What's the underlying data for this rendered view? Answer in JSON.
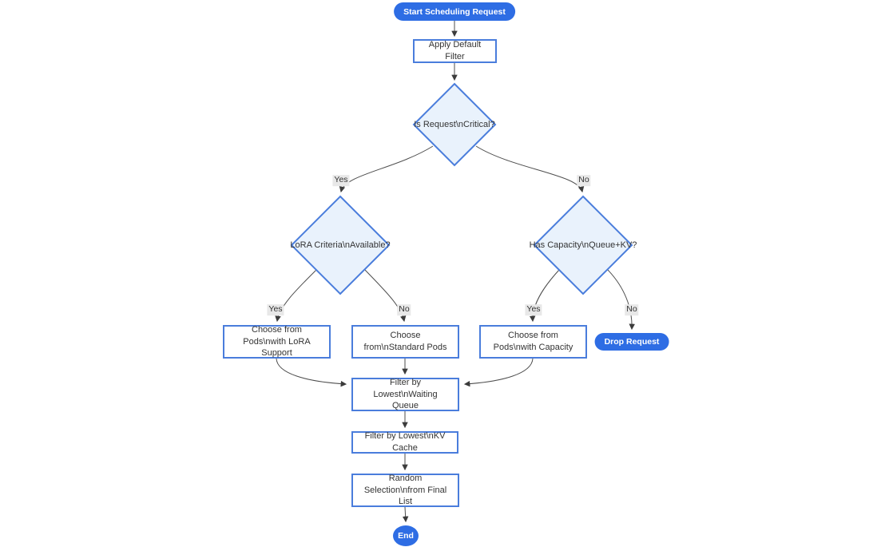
{
  "diagram": {
    "type": "flowchart",
    "accent_colors": {
      "terminal_fill": "#2e6de4",
      "terminal_text": "#ffffff",
      "node_border": "#4a7ddc",
      "decision_fill": "#e9f2fc",
      "edge_line": "#4d4d4d",
      "edge_label_bg": "#e8e8e8",
      "text": "#333333"
    },
    "nodes": {
      "start": {
        "label": "Start Scheduling Request",
        "shape": "pill"
      },
      "apply_default_filter": {
        "label": "Apply Default Filter",
        "shape": "rect"
      },
      "is_critical": {
        "label": "Is Request\\nCritical?",
        "shape": "decision"
      },
      "lora_criteria": {
        "label": "LoRA Criteria\\nAvailable?",
        "shape": "decision"
      },
      "has_capacity": {
        "label": "Has Capacity\\nQueue+KV?",
        "shape": "decision"
      },
      "choose_lora_pods": {
        "label": "Choose from Pods\\nwith LoRA Support",
        "shape": "rect"
      },
      "choose_standard_pods": {
        "label": "Choose from\\nStandard Pods",
        "shape": "rect"
      },
      "choose_capacity_pods": {
        "label": "Choose from Pods\\nwith Capacity",
        "shape": "rect"
      },
      "drop_request": {
        "label": "Drop Request",
        "shape": "pill"
      },
      "filter_waiting_queue": {
        "label": "Filter by Lowest\\nWaiting Queue",
        "shape": "rect"
      },
      "filter_kv_cache": {
        "label": "Filter by Lowest\\nKV Cache",
        "shape": "rect"
      },
      "random_selection": {
        "label": "Random Selection\\nfrom Final List",
        "shape": "rect"
      },
      "end": {
        "label": "End",
        "shape": "circle"
      }
    },
    "edge_labels": {
      "critical_yes": "Yes",
      "critical_no": "No",
      "lora_yes": "Yes",
      "lora_no": "No",
      "capacity_yes": "Yes",
      "capacity_no": "No"
    },
    "edges": [
      {
        "from": "start",
        "to": "apply_default_filter",
        "label": ""
      },
      {
        "from": "apply_default_filter",
        "to": "is_critical",
        "label": ""
      },
      {
        "from": "is_critical",
        "to": "lora_criteria",
        "label": "Yes"
      },
      {
        "from": "is_critical",
        "to": "has_capacity",
        "label": "No"
      },
      {
        "from": "lora_criteria",
        "to": "choose_lora_pods",
        "label": "Yes"
      },
      {
        "from": "lora_criteria",
        "to": "choose_standard_pods",
        "label": "No"
      },
      {
        "from": "has_capacity",
        "to": "choose_capacity_pods",
        "label": "Yes"
      },
      {
        "from": "has_capacity",
        "to": "drop_request",
        "label": "No"
      },
      {
        "from": "choose_lora_pods",
        "to": "filter_waiting_queue",
        "label": ""
      },
      {
        "from": "choose_standard_pods",
        "to": "filter_waiting_queue",
        "label": ""
      },
      {
        "from": "choose_capacity_pods",
        "to": "filter_waiting_queue",
        "label": ""
      },
      {
        "from": "filter_waiting_queue",
        "to": "filter_kv_cache",
        "label": ""
      },
      {
        "from": "filter_kv_cache",
        "to": "random_selection",
        "label": ""
      },
      {
        "from": "random_selection",
        "to": "end",
        "label": ""
      }
    ]
  }
}
